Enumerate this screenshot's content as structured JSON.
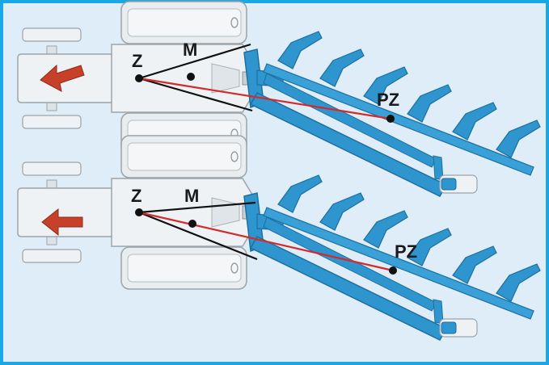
{
  "colors": {
    "frame": "#19a7e6",
    "background": "#deedf7",
    "tractor_body": "#eef2f4",
    "tractor_outline": "#9aa4aa",
    "plough": "#2f95cf",
    "plough_dark": "#1e6f9e",
    "arrow": "#c7402a",
    "line_black": "#111111",
    "line_red": "#d42a2a",
    "point": "#111111"
  },
  "diagrams": [
    {
      "labels": {
        "z": "Z",
        "m": "M",
        "pz": "PZ"
      },
      "arrow_direction": "left"
    },
    {
      "labels": {
        "z": "Z",
        "m": "M",
        "pz": "PZ"
      },
      "arrow_direction": "left"
    }
  ]
}
